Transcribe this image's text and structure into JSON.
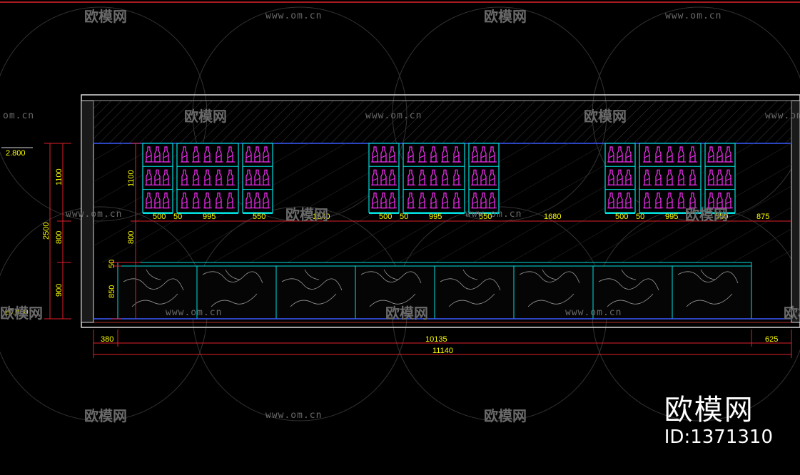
{
  "drawing": {
    "level_top": "2.800",
    "level_bottom": "±0.000",
    "heights_left": [
      "1100",
      "2500",
      "800",
      "900"
    ],
    "heights_inner": [
      "1100",
      "800",
      "50",
      "850"
    ],
    "cabinet_widths": [
      "500",
      "50",
      "995",
      "550"
    ],
    "gap_1": "1540",
    "gap_2": "1680",
    "gap_end": "875",
    "bottom_segments": [
      "380",
      "10135",
      "625"
    ],
    "overall_width": "11140"
  },
  "watermark": {
    "logo_text": "欧模网",
    "url_text": "www.om.cn",
    "url_partial": "om.cn"
  },
  "brand": {
    "name": "欧模网",
    "id": "ID:1371310"
  },
  "colors": {
    "wall_line": "#ffffff",
    "frame_red": "#e0202a",
    "cabinet_cyan": "#00e0e0",
    "bottle_magenta": "#ff30ff",
    "counter_blue": "#3b5bff",
    "dimension_yellow": "#ffff00"
  }
}
